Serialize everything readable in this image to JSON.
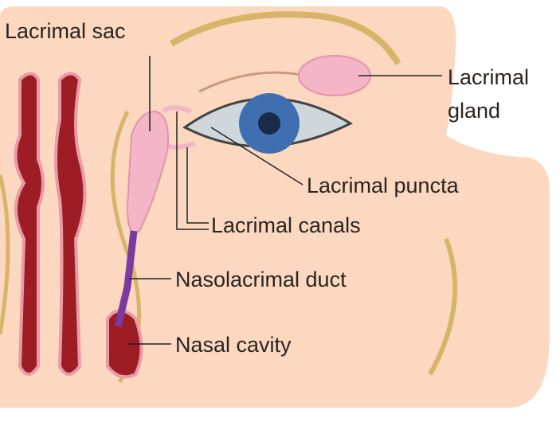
{
  "labels": {
    "lacrimal_sac": "Lacrimal sac",
    "lacrimal_gland_1": "Lacrimal",
    "lacrimal_gland_2": "gland",
    "lacrimal_puncta": "Lacrimal puncta",
    "lacrimal_canals": "Lacrimal canals",
    "nasolacrimal_duct": "Nasolacrimal duct",
    "nasal_cavity": "Nasal cavity"
  },
  "colors": {
    "skin": "#fbd8bf",
    "nose": "#9e1c24",
    "pink": "#f4b6c6",
    "duct": "#7b3aa0",
    "iris": "#3f6fb0",
    "contour": "#d8b468"
  }
}
